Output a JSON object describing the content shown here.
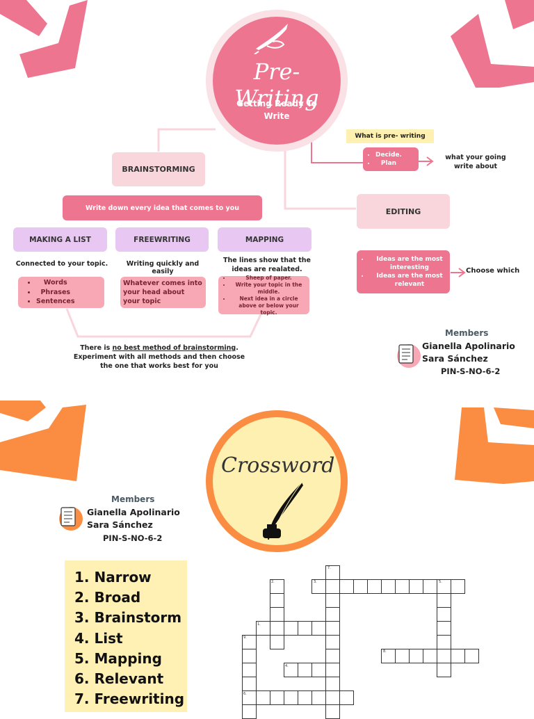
{
  "top": {
    "title_script": "Pre-Writing",
    "subtitle": "Getting Ready To Write",
    "what_is_label": "What is pre- writing",
    "decide_items": [
      "Decide.",
      "Plan"
    ],
    "decide_note": "what your going write about",
    "brainstorming_label": "BRAINSTORMING",
    "write_down": "Write down every idea that comes to you",
    "editing_label": "EDITING",
    "methods": [
      {
        "label": "MAKING A LIST",
        "desc": "Connected to your topic."
      },
      {
        "label": "FREEWRITING",
        "desc": "Writing quickly and easily"
      },
      {
        "label": "MAPPING",
        "desc": "The lines show that the ideas are realated."
      }
    ],
    "list_items": [
      "Words",
      "Phrases",
      "Sentences"
    ],
    "freewriting_text": "Whatever comes into your head about your topic",
    "mapping_items": [
      "Sheep of paper.",
      "Write your topic in the middle.",
      "Next idea in a circle above or below your topic."
    ],
    "editing_items": [
      "Ideas are the most interesting",
      "Ideas are the most relevant"
    ],
    "choose_which": "Choose which",
    "no_best_prefix": "There is ",
    "no_best_underlined": "no best method of brainstorming",
    "no_best_suffix": ". Experiment with all methods and then choose the one that works best for you",
    "members_title": "Members",
    "members": [
      "Gianella Apolinario",
      "Sara Sánchez"
    ],
    "code": "PIN-S-NO-6-2"
  },
  "bottom": {
    "title_script": "Crossword",
    "members_title": "Members",
    "members": [
      "Gianella Apolinario",
      "Sara Sánchez"
    ],
    "code": "PIN-S-NO-6-2",
    "word_list": [
      "1. Narrow",
      "2. Broad",
      "3. Brainstorm",
      "4. List",
      "5. Mapping",
      "6. Relevant",
      "7. Freewriting"
    ],
    "grid_numbers": [
      "1.",
      "2.",
      "3.",
      "4.",
      "5.",
      "6.",
      "7.",
      "8.",
      "9."
    ]
  },
  "colors": {
    "pink": "#ee7590",
    "pink_light": "#f9d5dc",
    "pink_mid": "#f7a8b4",
    "purple_light": "#e8c8f2",
    "orange": "#fb8d43",
    "yellow": "#fef0b1",
    "yellow_box": "#fff0b3"
  }
}
